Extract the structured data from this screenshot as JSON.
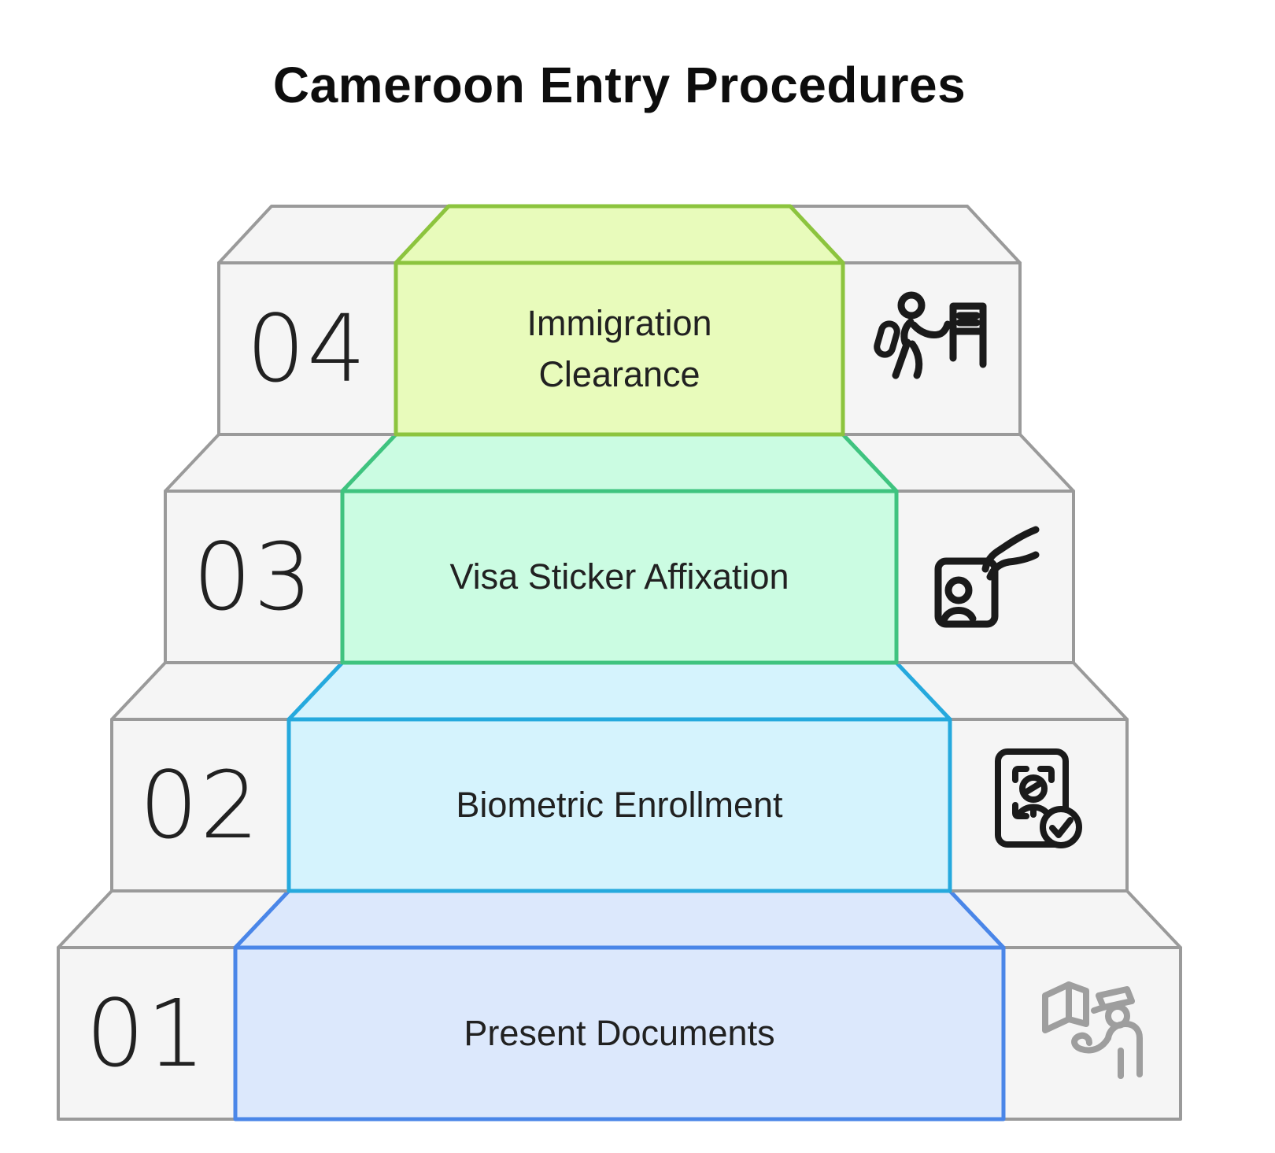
{
  "title": "Cameroon Entry Procedures",
  "steps": [
    {
      "number": "04",
      "label": "Immigration Clearance",
      "icon": "traveler-at-kiosk-icon",
      "panel_fill": "#e8fbbb",
      "panel_border": "#8cc43e"
    },
    {
      "number": "03",
      "label": "Visa Sticker Affixation",
      "icon": "hand-placing-id-card-icon",
      "panel_fill": "#cbfce2",
      "panel_border": "#3fc37f"
    },
    {
      "number": "02",
      "label": "Biometric Enrollment",
      "icon": "face-scan-approved-icon",
      "panel_fill": "#d5f3fd",
      "panel_border": "#25a9dd"
    },
    {
      "number": "01",
      "label": "Present Documents",
      "icon": "officer-receiving-documents-icon",
      "panel_fill": "#dce8fc",
      "panel_border": "#4a86e8"
    }
  ],
  "colors": {
    "background": "#ffffff",
    "block_fill": "#f5f5f5",
    "block_border": "#9a9a9a",
    "text": "#212121",
    "title_text": "#0d0d0d",
    "icon_dark": "#1a1a1a",
    "icon_gray": "#9e9e9e"
  }
}
